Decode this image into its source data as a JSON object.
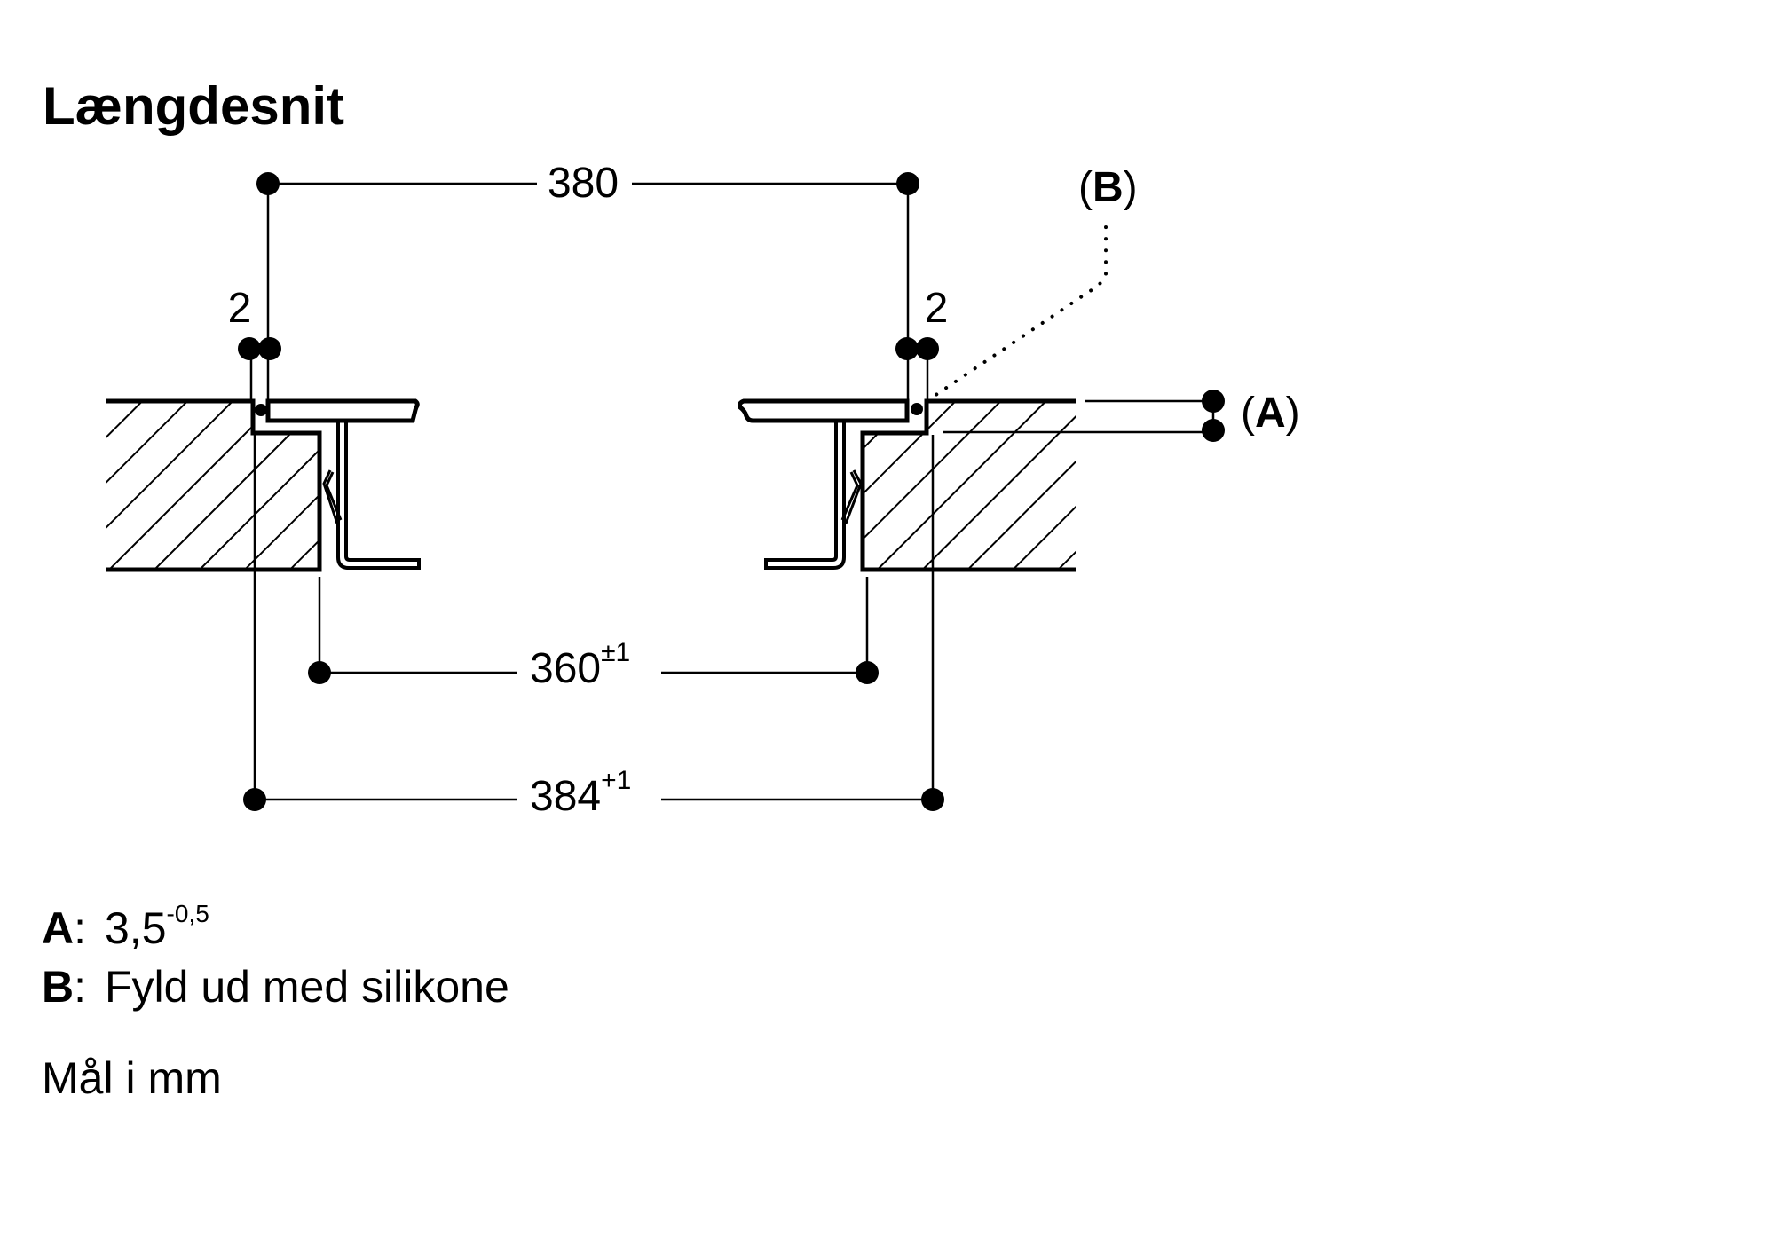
{
  "title": "Længdesnit",
  "dimensions": {
    "top_width": {
      "value": "380"
    },
    "gap_left": {
      "value": "2"
    },
    "gap_right": {
      "value": "2"
    },
    "inner_cutout": {
      "value": "360",
      "tolerance": "±1"
    },
    "outer_cutout": {
      "value": "384",
      "tolerance": "+1"
    }
  },
  "callouts": {
    "a": {
      "open": "(",
      "key": "A",
      "close": ")"
    },
    "b": {
      "open": "(",
      "key": "B",
      "close": ")"
    }
  },
  "legend": {
    "a": {
      "key": "A",
      "sep": ":",
      "value": "3,5",
      "tolerance": "-0,5"
    },
    "b": {
      "key": "B",
      "sep": ":",
      "text": "Fyld ud med silikone"
    }
  },
  "units_note": "Mål i mm",
  "colors": {
    "ink": "#000000",
    "background": "#ffffff"
  }
}
